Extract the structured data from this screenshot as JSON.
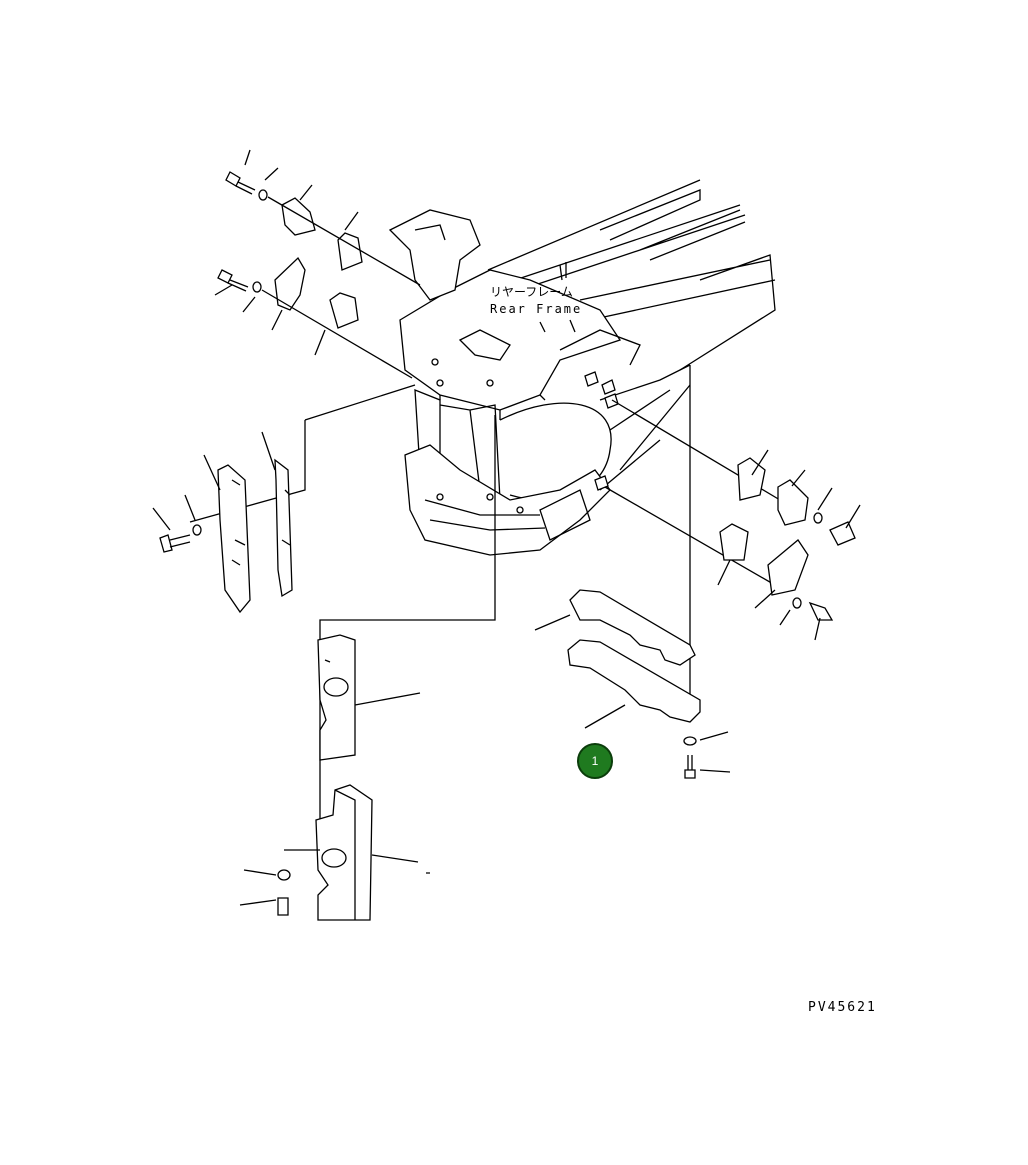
{
  "diagram": {
    "frame_label_jp": "リヤーフレーム",
    "frame_label_en": "Rear Frame",
    "callout_number": "1",
    "callout_color": "#1f7a1f",
    "drawing_code": "PV45621"
  }
}
